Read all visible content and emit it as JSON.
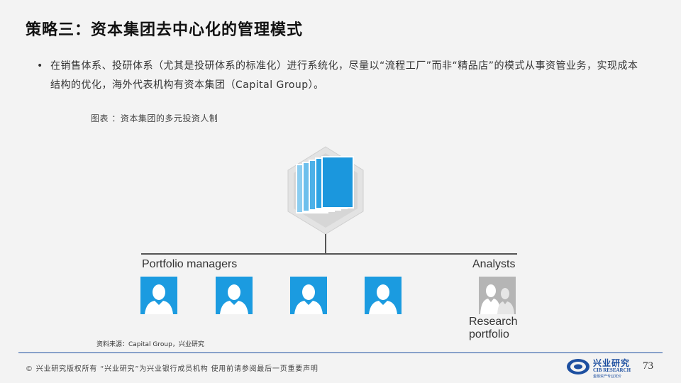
{
  "header": {
    "title": "策略三：资本集团去中心化的管理模式"
  },
  "body": {
    "bullet": "在销售体系、投研体系（尤其是投研体系的标准化）进行系统化，尽量以“流程工厂”而非“精品店”的模式从事资管业务，实现成本结构的优化，海外代表机构有资本集团（Capital Group）。"
  },
  "figure": {
    "caption": "图表 ：资本集团的多元投资人制",
    "portfolio_managers_label": "Portfolio managers",
    "analysts_label": "Analysts",
    "research_portfolio_line1": "Research",
    "research_portfolio_line2": "portfolio",
    "portfolio_manager_icons": [
      "person-icon",
      "person-icon",
      "person-icon",
      "person-icon"
    ],
    "analyst_icon": "group-icon",
    "top_node_icon": "stacked-portfolios-hexagon-icon",
    "colors": {
      "manager_blue": "#1b9be0",
      "analyst_gray": "#b5b5b5",
      "connector": "#555555"
    },
    "source": "资料来源：Capital Group，兴业研究"
  },
  "footer": {
    "copyright": "© 兴业研究版权所有  “兴业研究”为兴业银行成员机构  使用前请参阅最后一页重要声明",
    "logo_cn": "兴业研究",
    "logo_en": "CIB RESEARCH",
    "logo_tag": "金融资产专业定价",
    "page_number": "73",
    "rule_color": "#1d4fa0"
  }
}
